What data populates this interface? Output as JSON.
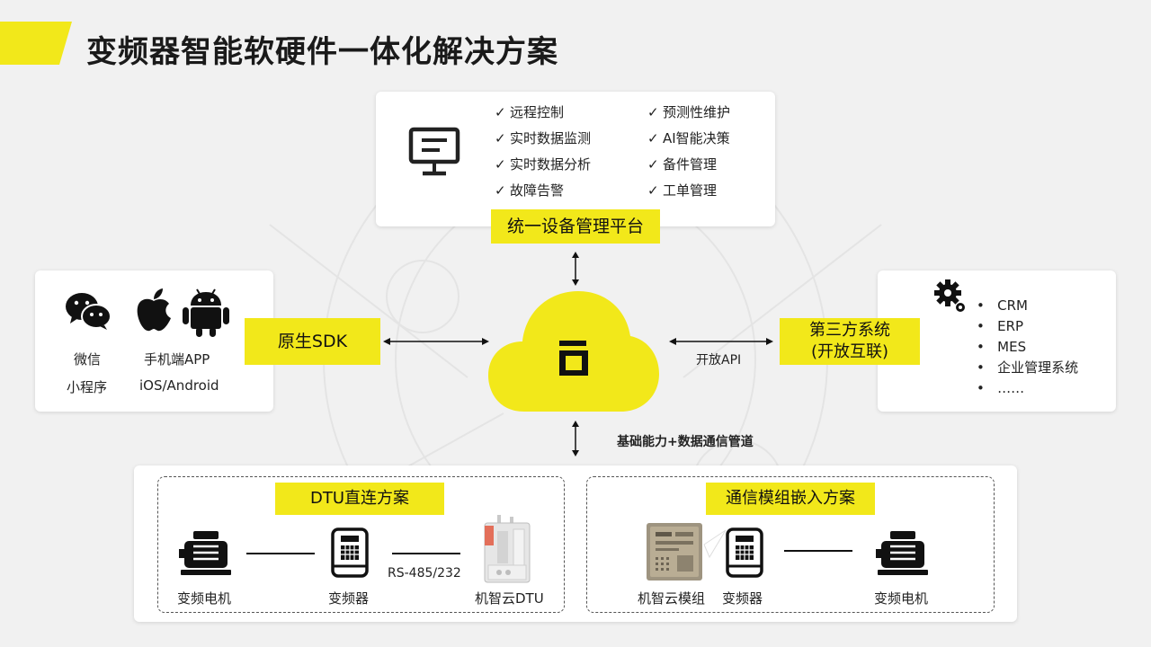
{
  "page_title": "变频器智能软硬件一体化解决方案",
  "colors": {
    "accent_yellow": "#f2e81a",
    "text_dark": "#1a1a1a"
  },
  "platform": {
    "tag": "统一设备管理平台",
    "icon": "monitor-icon",
    "features_left": [
      "远程控制",
      "实时数据监测",
      "实时数据分析",
      "故障告警"
    ],
    "features_right": [
      "预测性维护",
      "AI智能决策",
      "备件管理",
      "工单管理"
    ]
  },
  "mobile": {
    "wechat_label": "微信",
    "wechat_sub": "小程序",
    "app_label": "手机端APP",
    "app_sub": "iOS/Android"
  },
  "sdk_tag": "原生SDK",
  "third_party": {
    "tag_line1": "第三方系统",
    "tag_line2": "(开放互联)",
    "api_label": "开放API",
    "items": [
      "CRM",
      "ERP",
      "MES",
      "企业管理系统",
      "……"
    ]
  },
  "pipe_label": "基础能力+数据通信管道",
  "dtu_scheme": {
    "tag": "DTU直连方案",
    "motor_label": "变频电机",
    "inverter_label": "变频器",
    "protocol_label": "RS-485/232",
    "dtu_label": "机智云DTU"
  },
  "module_scheme": {
    "tag": "通信模组嵌入方案",
    "module_label": "机智云模组",
    "inverter_label": "变频器",
    "motor_label": "变频电机"
  }
}
